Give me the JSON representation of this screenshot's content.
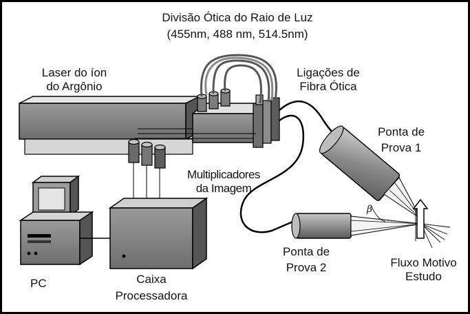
{
  "diagram": {
    "title_line1": "Divisão Ótica do Raio de Luz",
    "title_line2": "(455nm, 488 nm, 514.5nm)",
    "laser_line1": "Laser do íon",
    "laser_line2": "do Argônio",
    "fiber_line1": "Ligações de",
    "fiber_line2": "Fibra Ótica",
    "probe1_line1": "Ponta de",
    "probe1_line2": "Prova 1",
    "multipliers_line1": "Multiplicadores",
    "multipliers_line2": "da Imagem",
    "probe2_line1": "Ponta de",
    "probe2_line2": "Prova 2",
    "flow_line1": "Fluxo Motivo",
    "flow_line2": "Estudo",
    "pc_label": "PC",
    "processor_line1": "Caixa",
    "processor_line2": "Processadora",
    "angle_symbol": "β"
  }
}
